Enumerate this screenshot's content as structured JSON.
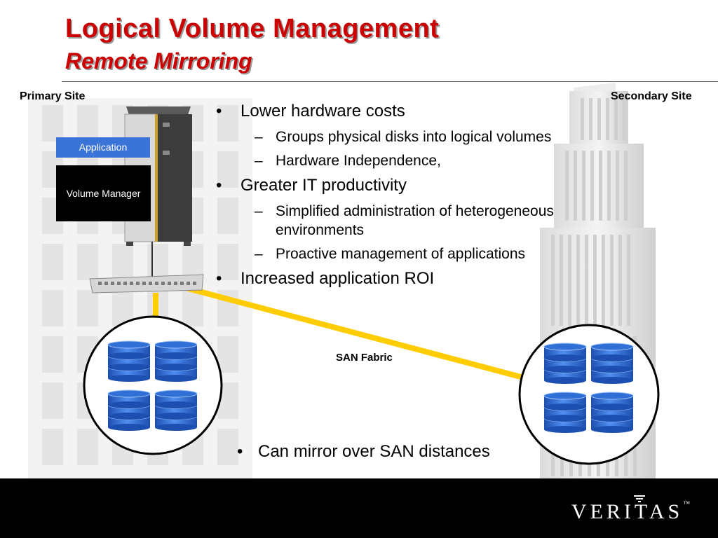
{
  "header": {
    "title": "Logical Volume Management",
    "subtitle": "Remote Mirroring"
  },
  "sites": {
    "primary": "Primary Site",
    "secondary": "Secondary Site"
  },
  "server": {
    "application_label": "Application",
    "volume_manager_label": "Volume  Manager"
  },
  "network": {
    "san_label": "SAN Fabric",
    "link_color": "#ffcc00"
  },
  "bullets": [
    {
      "text": "Lower hardware costs",
      "subs": [
        "Groups physical disks into logical volumes",
        "Hardware Independence,"
      ]
    },
    {
      "text": "Greater IT productivity",
      "subs": [
        "Simplified administration of heterogeneous",
        "environments",
        "Proactive management of applications"
      ]
    },
    {
      "text": "Increased application ROI",
      "subs": []
    }
  ],
  "bottom_bullet": "Can mirror over SAN distances",
  "footer": {
    "logo_text": "VERITAS",
    "logo_mark": "™"
  },
  "colors": {
    "title": "#cc0000",
    "application_box": "#3a74d9",
    "disk": "#2f6fd6",
    "footer": "#000000"
  }
}
